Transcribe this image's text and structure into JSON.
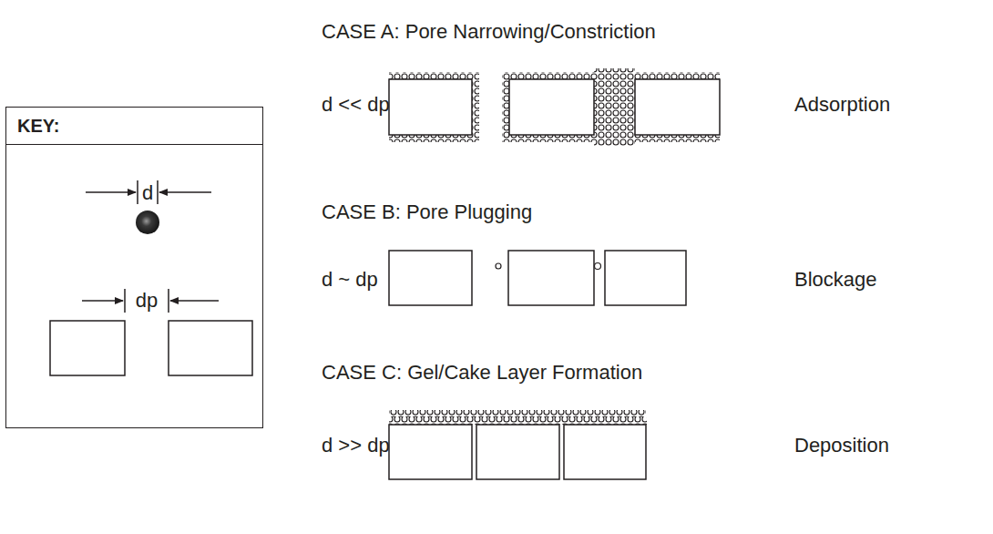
{
  "diagram": {
    "nodes": [
      {
        "text": [
          "KEY:"
        ]
      }
    ],
    "labels": [
      "d",
      "dp",
      "CASE A: Pore Narrowing/Constriction",
      "d << dp",
      "Adsorption",
      "CASE B: Pore Plugging",
      "d ~ dp",
      "Blockage",
      "CASE C: Gel/Cake Layer Formation",
      "d >> dp",
      "Deposition"
    ]
  }
}
